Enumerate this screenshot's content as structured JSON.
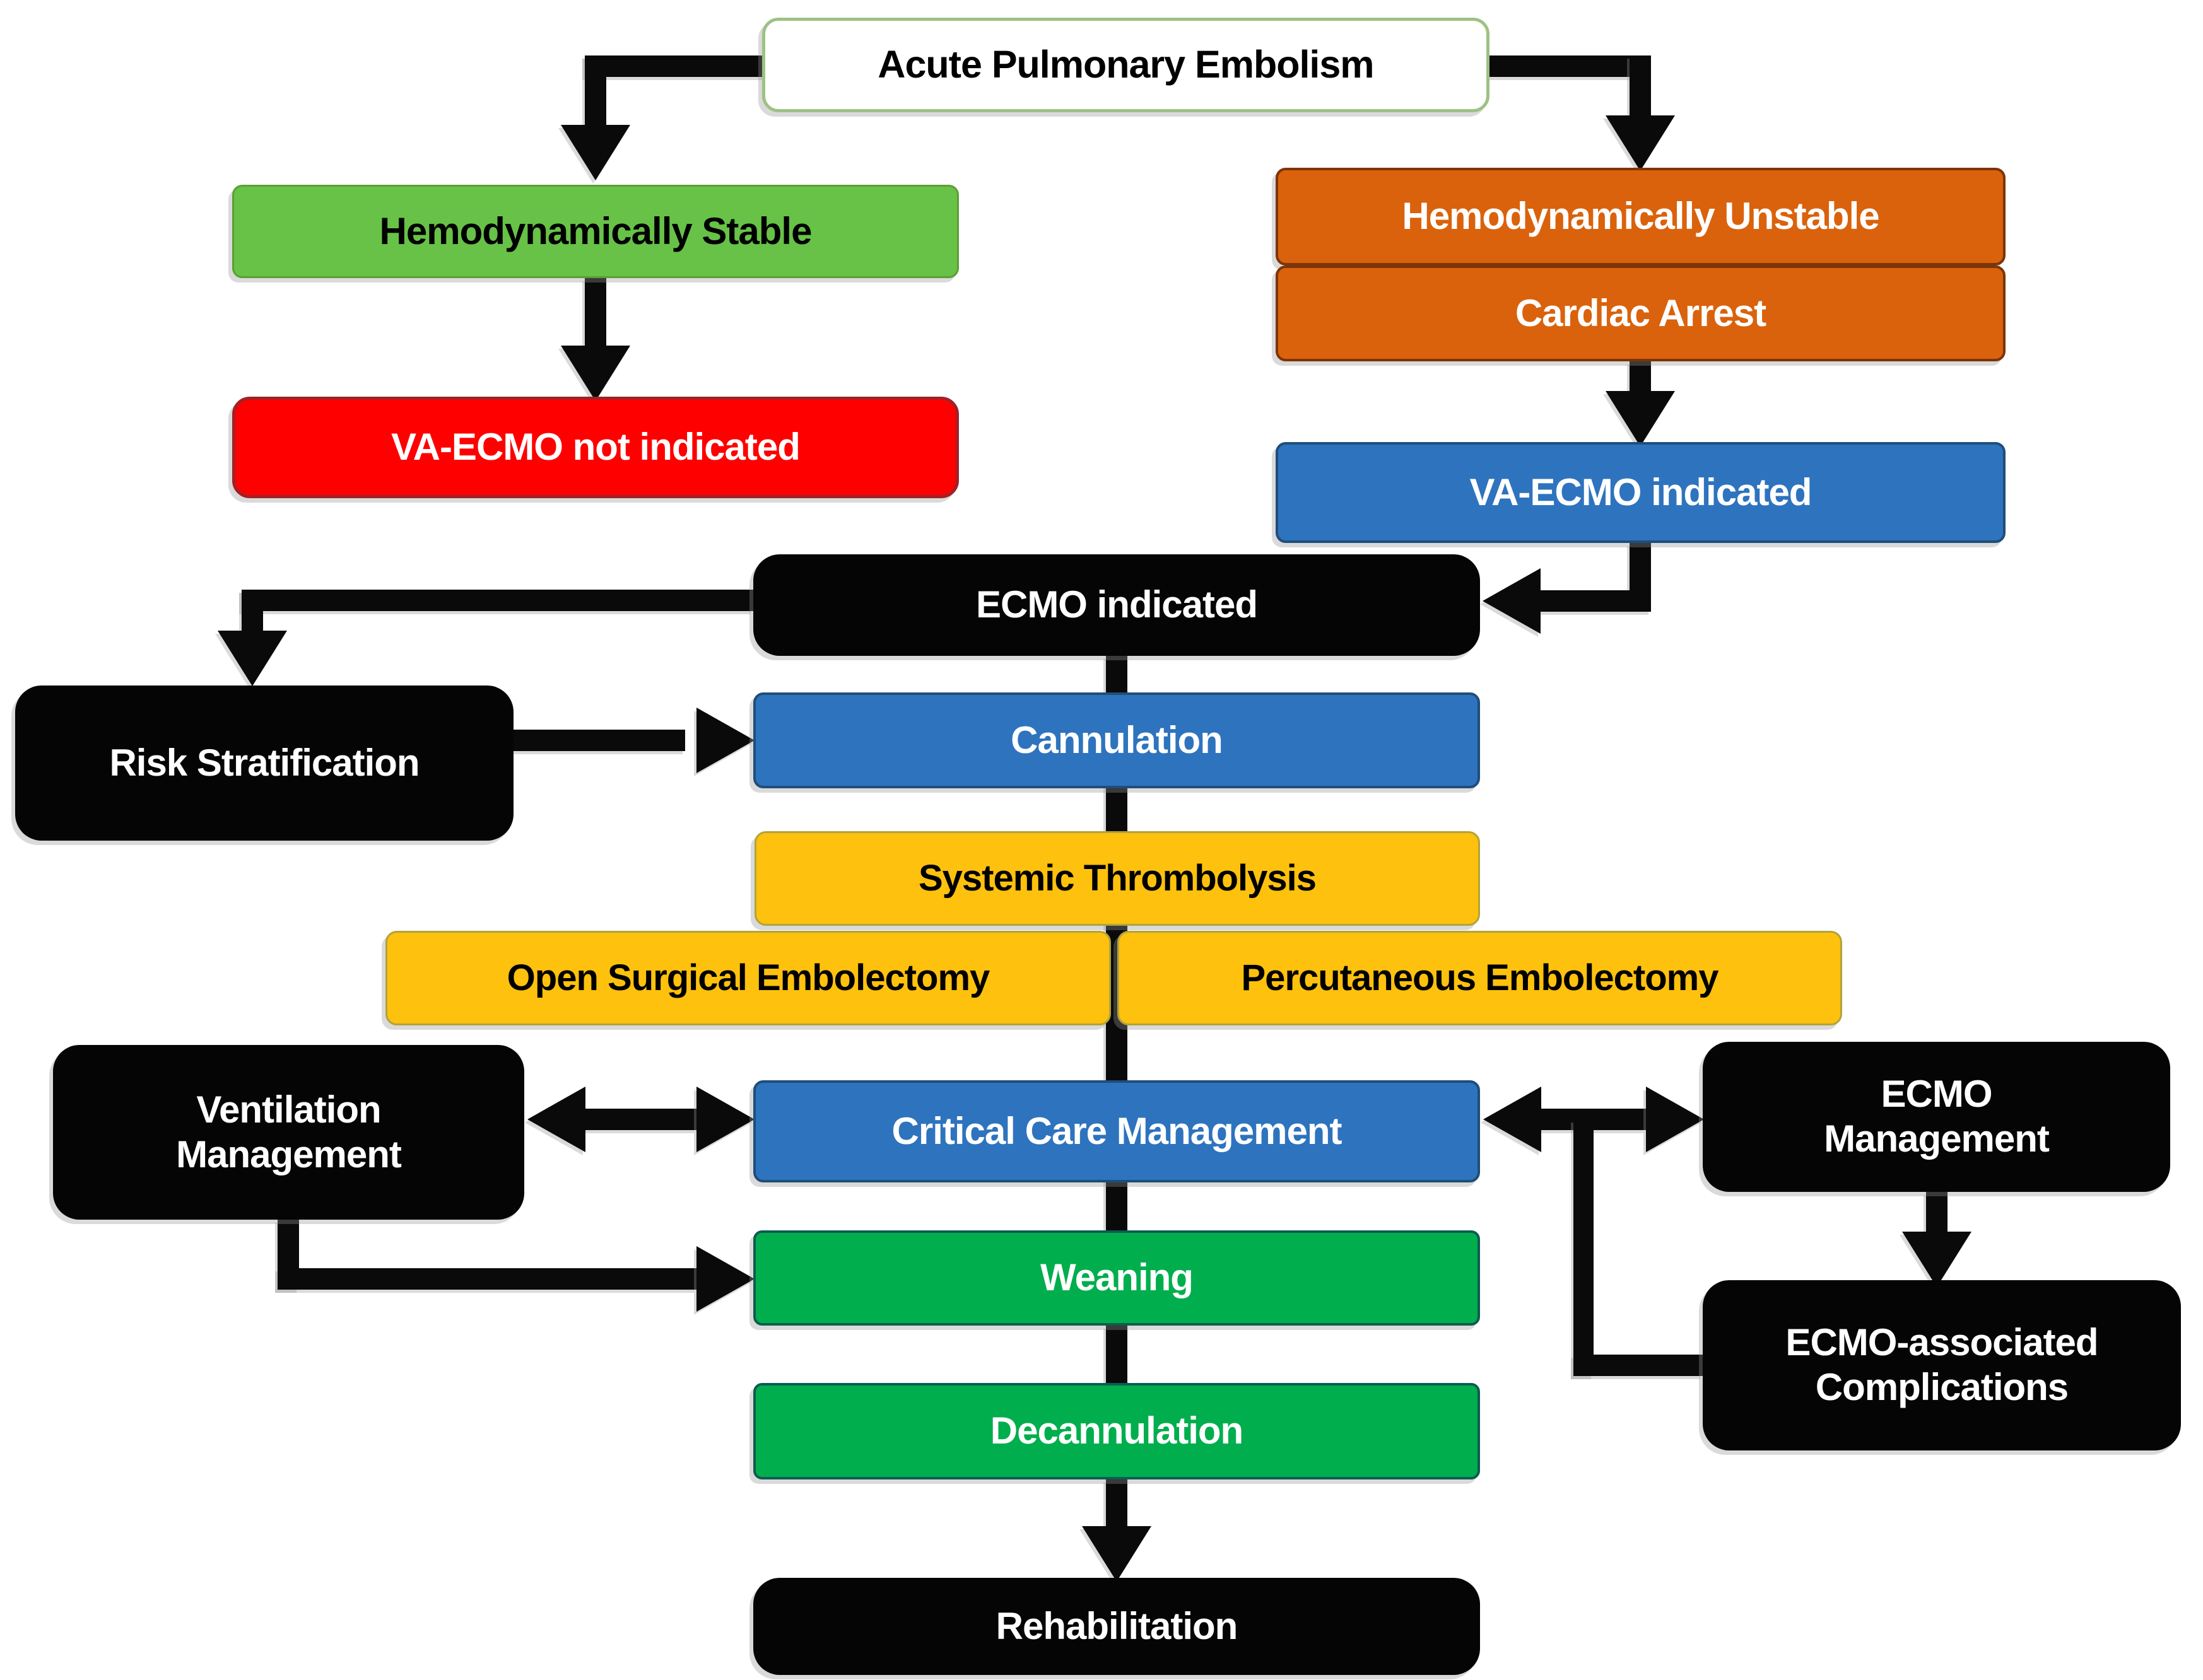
{
  "diagram": {
    "type": "flowchart",
    "topic": "Acute Pulmonary Embolism ECMO management pathway",
    "background": "#FFFFFF",
    "connector_color": "#0A0A0A"
  },
  "nodes": {
    "acute_pulmonary_embolism": {
      "label": "Acute Pulmonary Embolism",
      "fill": "#FFFFFF",
      "border": "#9DC284",
      "text": "#000000"
    },
    "hemodynamically_stable": {
      "label": "Hemodynamically Stable",
      "fill": "#67C247",
      "border": "#5D9E33",
      "text": "#000000"
    },
    "hemodynamically_unstable": {
      "label": "Hemodynamically Unstable",
      "fill": "#DA620C",
      "border": "#7C3408",
      "text": "#FFFFFF"
    },
    "cardiac_arrest": {
      "label": "Cardiac Arrest",
      "fill": "#DA620C",
      "border": "#7C3408",
      "text": "#FFFFFF"
    },
    "va_ecmo_not_indicated": {
      "label": "VA-ECMO not indicated",
      "fill": "#FE0000",
      "border": "#A32026",
      "text": "#FFFFFF"
    },
    "va_ecmo_indicated": {
      "label": "VA-ECMO indicated",
      "fill": "#2E73BE",
      "border": "#1F4E79",
      "text": "#FFFFFF"
    },
    "ecmo_indicated": {
      "label": "ECMO indicated",
      "fill": "#050505",
      "text": "#FFFFFF"
    },
    "risk_stratification": {
      "label": "Risk Stratification",
      "fill": "#050505",
      "text": "#FFFFFF"
    },
    "cannulation": {
      "label": "Cannulation",
      "fill": "#2E73BE",
      "border": "#1F4E79",
      "text": "#FFFFFF"
    },
    "systemic_thrombolysis": {
      "label": "Systemic Thrombolysis",
      "fill": "#FEC10D",
      "border": "#B1A33B",
      "text": "#000000"
    },
    "open_surgical_embolectomy": {
      "label": "Open Surgical Embolectomy",
      "fill": "#FEC10D",
      "border": "#B1A33B",
      "text": "#000000"
    },
    "percutaneous_embolectomy": {
      "label": "Percutaneous Embolectomy",
      "fill": "#FEC10D",
      "border": "#B1A33B",
      "text": "#000000"
    },
    "ventilation_management": {
      "label": "Ventilation Management",
      "fill": "#050505",
      "text": "#FFFFFF"
    },
    "critical_care_management": {
      "label": "Critical Care Management",
      "fill": "#2E73BE",
      "border": "#1F4E79",
      "text": "#FFFFFF"
    },
    "ecmo_management": {
      "label": "ECMO Management",
      "fill": "#050505",
      "text": "#FFFFFF"
    },
    "weaning": {
      "label": "Weaning",
      "fill": "#00AE4D",
      "border": "#0D5C52",
      "text": "#FFFFFF"
    },
    "decannulation": {
      "label": "Decannulation",
      "fill": "#00AE4D",
      "border": "#0D5C52",
      "text": "#FFFFFF"
    },
    "ecmo_associated_complications": {
      "label": "ECMO-associated Complications",
      "fill": "#050505",
      "text": "#FFFFFF"
    },
    "rehabilitation": {
      "label": "Rehabilitation",
      "fill": "#050505",
      "text": "#FFFFFF"
    }
  },
  "edges": [
    {
      "from": "acute_pulmonary_embolism",
      "to": "hemodynamically_stable",
      "style": "arrow"
    },
    {
      "from": "acute_pulmonary_embolism",
      "to": "hemodynamically_unstable",
      "style": "arrow"
    },
    {
      "from": "hemodynamically_stable",
      "to": "va_ecmo_not_indicated",
      "style": "arrow"
    },
    {
      "from": "cardiac_arrest",
      "to": "va_ecmo_indicated",
      "style": "arrow"
    },
    {
      "from": "va_ecmo_indicated",
      "to": "ecmo_indicated",
      "style": "arrow"
    },
    {
      "from": "ecmo_indicated",
      "to": "risk_stratification",
      "style": "arrow"
    },
    {
      "from": "risk_stratification",
      "to": "cannulation",
      "style": "arrow"
    },
    {
      "from": "ecmo_indicated",
      "to": "cannulation",
      "style": "line"
    },
    {
      "from": "cannulation",
      "to": "systemic_thrombolysis",
      "style": "line"
    },
    {
      "from": "systemic_thrombolysis",
      "to": "critical_care_management",
      "style": "line"
    },
    {
      "from": "ventilation_management",
      "to": "critical_care_management",
      "style": "double-arrow"
    },
    {
      "from": "critical_care_management",
      "to": "ecmo_management",
      "style": "double-arrow"
    },
    {
      "from": "ecmo_management",
      "to": "ecmo_associated_complications",
      "style": "arrow"
    },
    {
      "from": "ecmo_associated_complications",
      "to": "critical_care_management",
      "style": "line"
    },
    {
      "from": "ventilation_management",
      "to": "weaning",
      "style": "arrow"
    },
    {
      "from": "critical_care_management",
      "to": "weaning",
      "style": "line"
    },
    {
      "from": "weaning",
      "to": "decannulation",
      "style": "line"
    },
    {
      "from": "decannulation",
      "to": "rehabilitation",
      "style": "arrow"
    }
  ]
}
